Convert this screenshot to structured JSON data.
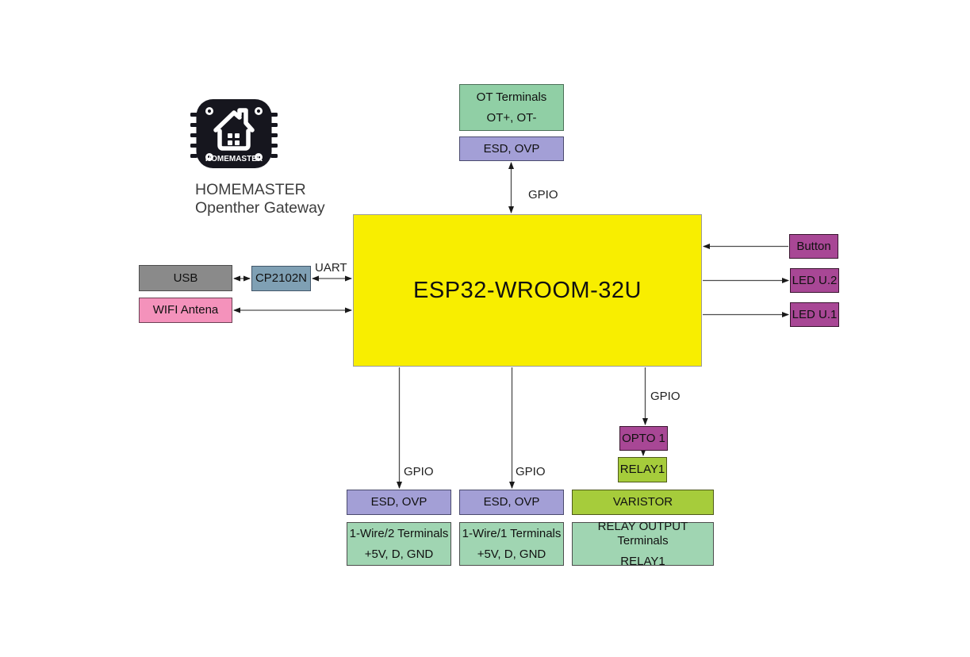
{
  "header": {
    "logo_label": "HOMEMASTER",
    "title_line1": "HOMEMASTER",
    "title_line2": "Openther Gateway"
  },
  "esp32": {
    "label": "ESP32-WROOM-32U"
  },
  "blocks": {
    "ot_terminals": {
      "line1": "OT Terminals",
      "line2": "OT+, OT-"
    },
    "esd_ovp_ot": {
      "label": "ESD, OVP"
    },
    "usb": {
      "label": "USB"
    },
    "cp2102n": {
      "label": "CP2102N"
    },
    "wifi_antenna": {
      "label": "WIFI Antena"
    },
    "button": {
      "label": "Button"
    },
    "led_u2": {
      "label": "LED U.2"
    },
    "led_u1": {
      "label": "LED U.1"
    },
    "esd_ovp_wire2": {
      "label": "ESD, OVP"
    },
    "esd_ovp_wire1": {
      "label": "ESD, OVP"
    },
    "wire2_terminals": {
      "line1": "1-Wire/2 Terminals",
      "line2": "+5V, D, GND"
    },
    "wire1_terminals": {
      "line1": "1-Wire/1 Terminals",
      "line2": "+5V, D, GND"
    },
    "opto1": {
      "label": "OPTO 1"
    },
    "relay1": {
      "label": "RELAY1"
    },
    "varistor": {
      "label": "VARISTOR"
    },
    "relay_output": {
      "line1": "RELAY OUTPUT Terminals",
      "line2": "RELAY1"
    }
  },
  "wire_labels": {
    "uart": "UART",
    "gpio_ot": "GPIO",
    "gpio_wire2": "GPIO",
    "gpio_wire1": "GPIO",
    "gpio_relay": "GPIO"
  },
  "colors": {
    "esp32_yellow": "#f8ee00",
    "terminal_green": "#90cfa5",
    "esd_purple": "#a39fd6",
    "io_magenta": "#a84795",
    "relay_lime": "#a6cc3b",
    "usb_gray": "#8a8a8a",
    "uart_steel": "#7fa0b4",
    "wifi_pink": "#f492bb",
    "logo_black": "#16161e"
  }
}
